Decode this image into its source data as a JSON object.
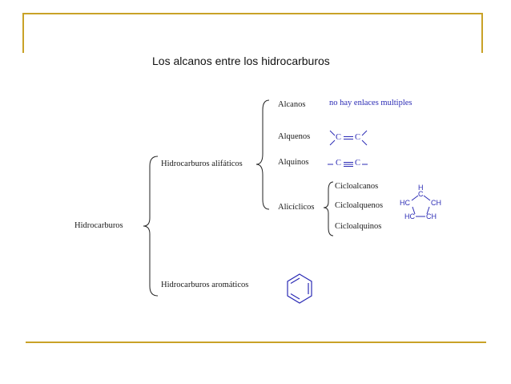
{
  "title": "Los alcanos entre los hidrocarburos",
  "root": "Hidrocarburos",
  "branches": {
    "aliphatic": "Hidrocarburos alifáticos",
    "aromatic": "Hidrocarburos aromáticos"
  },
  "aliphatic_types": {
    "alkanes": "Alcanos",
    "alkenes": "Alquenos",
    "alkynes": "Alquinos",
    "alicyclic": "Alicíclicos"
  },
  "alkanes_note": "no hay enlaces multiples",
  "bond_atoms": {
    "left": "C",
    "right": "C"
  },
  "alicyclic_types": [
    "Cicloalcanos",
    "Cicloalquenos",
    "Cicloalquinos"
  ],
  "ring_labels": {
    "top": "H",
    "top2": "C",
    "left": "HC",
    "right": "CH",
    "bottom_left": "HC",
    "bottom_right": "CH"
  },
  "colors": {
    "frame": "#c9a227",
    "accent": "#2b2bb5",
    "text": "#1a1a1a"
  }
}
